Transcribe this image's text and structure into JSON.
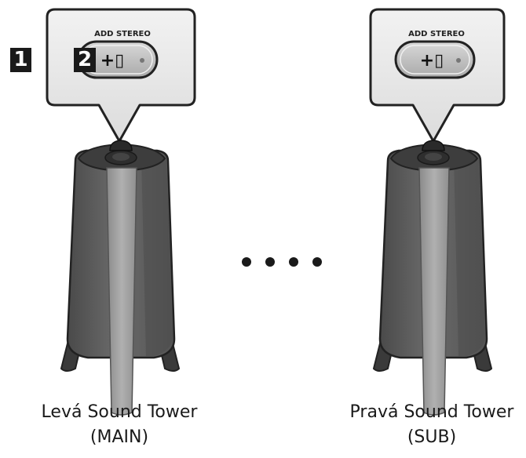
{
  "callout_left": {
    "button_label": "ADD STEREO",
    "button_symbol": "+▯"
  },
  "callout_right": {
    "button_label": "ADD STEREO",
    "button_symbol": "+▯"
  },
  "steps": {
    "step1": "1",
    "step2": "2"
  },
  "speaker_left": {
    "name": "Levá Sound Tower",
    "role": "(MAIN)"
  },
  "speaker_right": {
    "name": "Pravá Sound Tower",
    "role": "(SUB)"
  },
  "colors": {
    "body": "#5f5f5f",
    "stripe": "#9a9a9a",
    "top": "#3a3a3a",
    "outline": "#222222",
    "button": "#c8c8c8"
  }
}
